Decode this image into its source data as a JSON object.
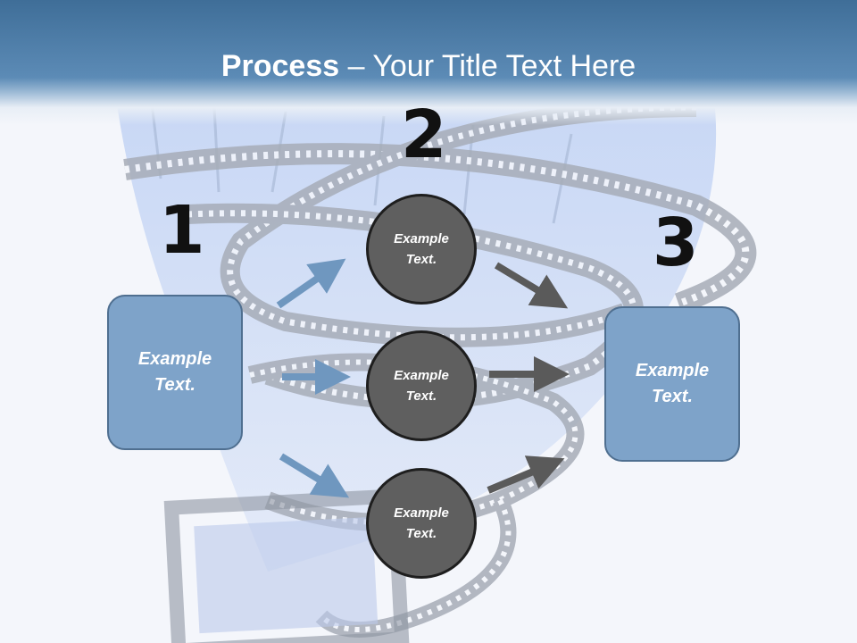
{
  "title": {
    "bold": "Process",
    "rest": " – Your Title Text Here"
  },
  "numbers": {
    "one": "1",
    "two": "2",
    "three": "3"
  },
  "left_box": {
    "label": "Example Text."
  },
  "right_box": {
    "label": "Example Text."
  },
  "circles": [
    {
      "label": "Example Text."
    },
    {
      "label": "Example Text."
    },
    {
      "label": "Example Text."
    }
  ],
  "background_image": "film-strip-spiral",
  "colors": {
    "header_blue": "#4d7ca8",
    "box_blue": "#7ea3c9",
    "circle_gray": "#5f5f5f",
    "arrow_blue": "#6f97bf",
    "arrow_gray": "#5a5a5a"
  }
}
